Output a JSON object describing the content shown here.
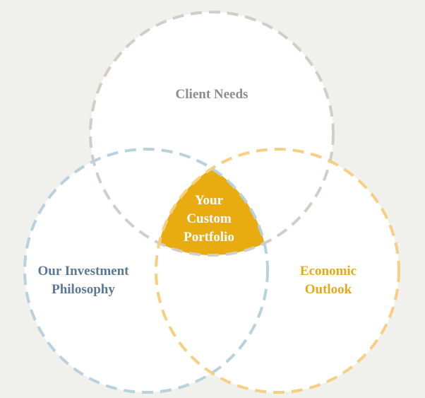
{
  "diagram": {
    "type": "venn",
    "sets": [
      {
        "label": "Client Needs",
        "stroke": "#d2cdc6",
        "text_color": "#8c8c8c"
      },
      {
        "label_lines": [
          "Our Investment",
          "Philosophy"
        ],
        "stroke": "#b9d1dd",
        "text_color": "#5b7894"
      },
      {
        "label_lines": [
          "Economic",
          "Outlook"
        ],
        "stroke": "#f6cf82",
        "text_color": "#e2a91c"
      }
    ],
    "intersection": {
      "label_lines": [
        "Your",
        "Custom",
        "Portfolio"
      ],
      "fill": "#e8ac10",
      "text_color": "#ffffff"
    }
  }
}
